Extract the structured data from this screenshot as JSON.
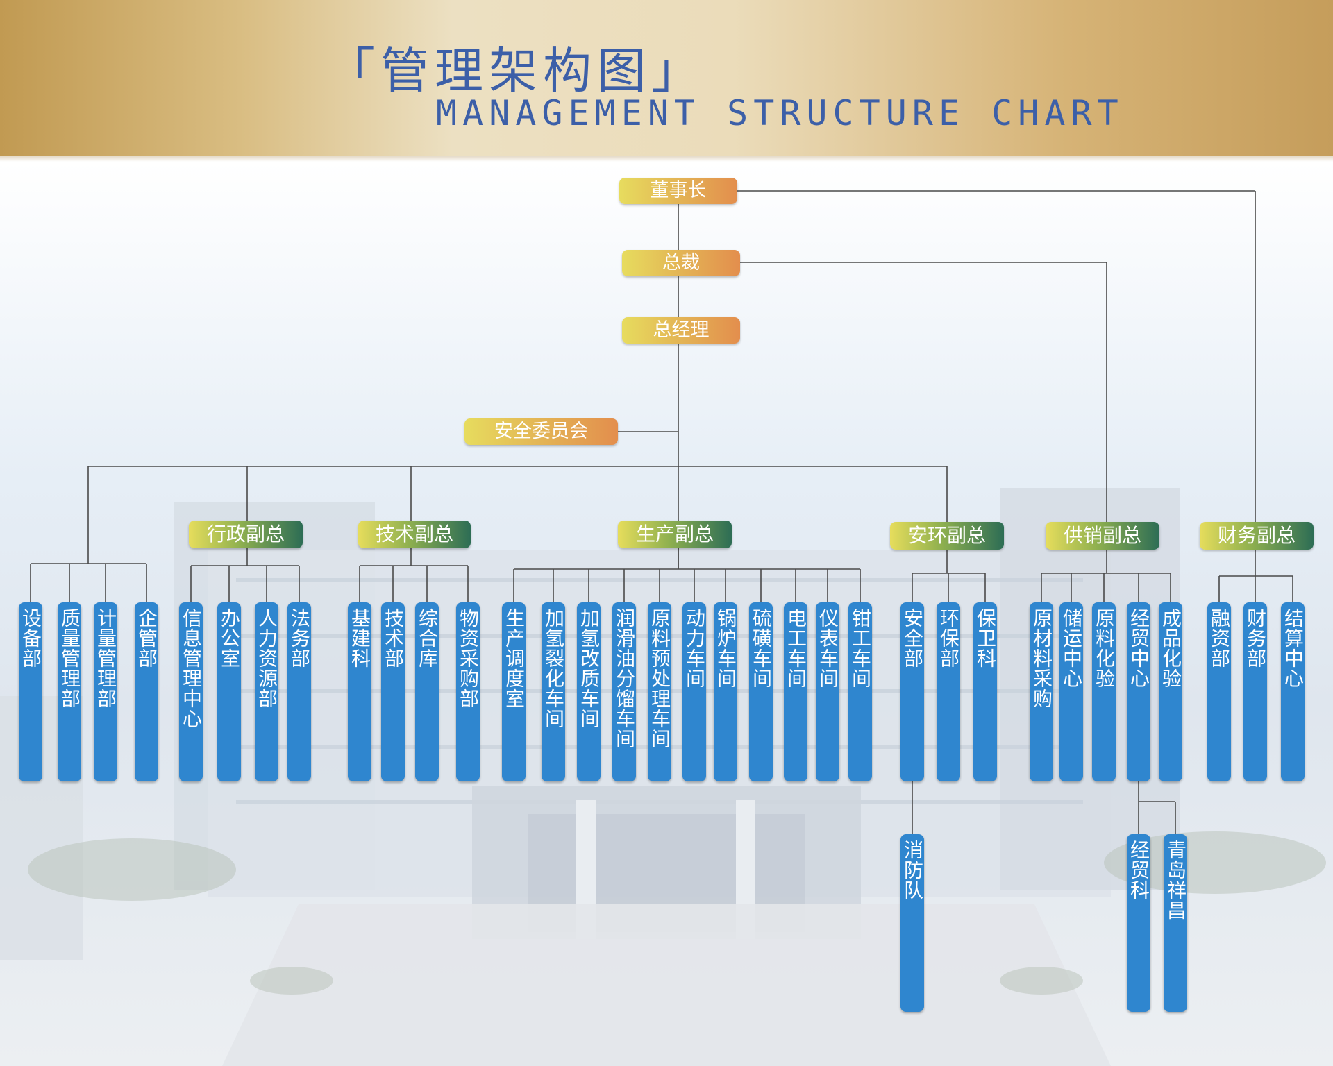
{
  "header": {
    "title_cn": "「管理架构图」",
    "title_en": "MANAGEMENT STRUCTURE CHART"
  },
  "colors": {
    "title": "#3c5fa8",
    "dept_box": "#2f86cf",
    "top_node_gradient": [
      "#e7dc5e",
      "#e38e4d"
    ],
    "vp_node_gradient": [
      "#e6dd5c",
      "#2d6d55"
    ],
    "connector": "#4a4a4a"
  },
  "top_nodes": {
    "chairman": "董事长",
    "president": "总裁",
    "general_manager": "总经理",
    "safety_committee": "安全委员会"
  },
  "groups": [
    {
      "name": "",
      "departments": [
        "设备部",
        "质量管理部",
        "计量管理部",
        "企管部"
      ]
    },
    {
      "name": "行政副总",
      "departments": [
        "信息管理中心",
        "办公室",
        "人力资源部",
        "法务部"
      ]
    },
    {
      "name": "技术副总",
      "departments": [
        "基建科",
        "技术部",
        "综合库",
        "物资采购部"
      ]
    },
    {
      "name": "生产副总",
      "departments": [
        "生产调度室",
        "加氢裂化车间",
        "加氢改质车间",
        "润滑油分馏车间",
        "原料预处理车间",
        "动力车间",
        "锅炉车间",
        "硫磺车间",
        "电工车间",
        "仪表车间",
        "钳工车间"
      ]
    },
    {
      "name": "安环副总",
      "departments": [
        "安全部",
        "环保部",
        "保卫科"
      ]
    },
    {
      "name": "供销副总",
      "departments": [
        "原材料采购",
        "储运中心",
        "原料化验",
        "经贸中心",
        "成品化验"
      ]
    },
    {
      "name": "财务副总",
      "departments": [
        "融资部",
        "财务部",
        "结算中心"
      ]
    }
  ],
  "sub_departments": {
    "safety_dept": [
      "消防队"
    ],
    "trade_center": [
      "经贸科",
      "青岛祥昌"
    ]
  }
}
